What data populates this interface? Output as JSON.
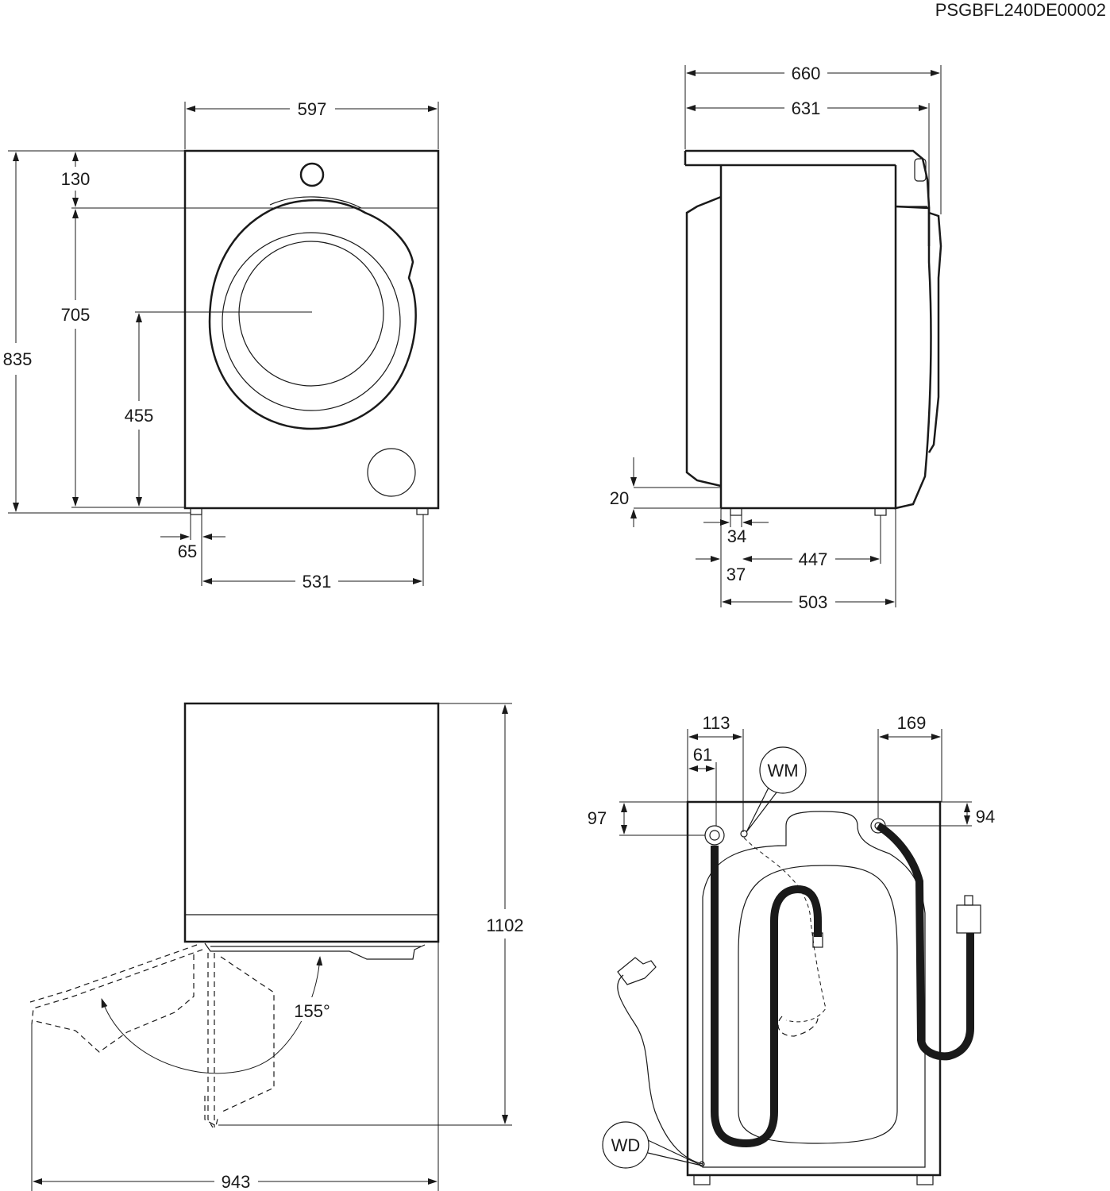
{
  "drawing_code": "PSGBFL240DE00002",
  "front_view": {
    "width": "597",
    "control_panel_height": "130",
    "height_without_panel": "705",
    "total_height": "835",
    "door_center_height": "455",
    "foot_offset": "65",
    "foot_span": "531"
  },
  "side_view": {
    "total_depth": "660",
    "depth_to_door": "631",
    "ground_clearance": "20",
    "foot_width": "34",
    "foot_offset": "37",
    "foot_span": "447",
    "body_depth": "503"
  },
  "door_view": {
    "door_open_angle": "155°",
    "height_with_open_door": "1102",
    "depth_with_open_door": "943"
  },
  "rear_view": {
    "inlet_offset_outer": "113",
    "inlet_offset_inner": "61",
    "right_inlet_offset": "169",
    "left_inlet_height": "97",
    "right_inlet_height": "94",
    "water_main_label": "WM",
    "water_drain_label": "WD"
  }
}
